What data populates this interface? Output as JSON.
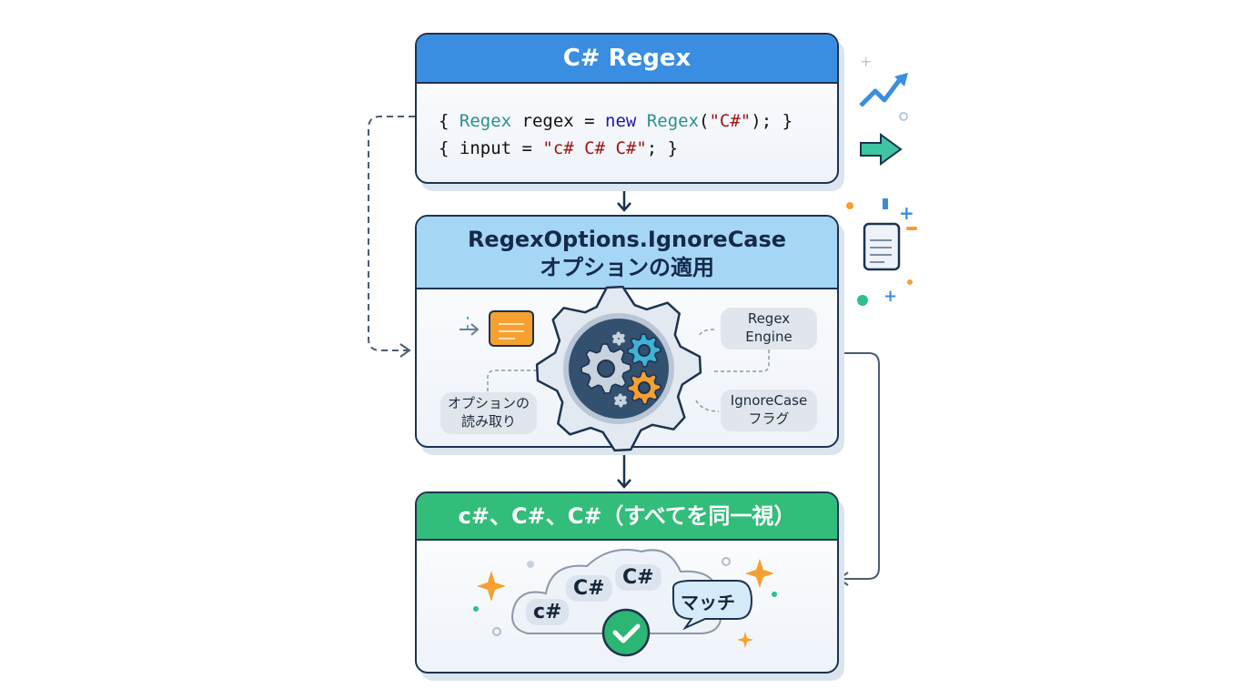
{
  "box1": {
    "title": "C# Regex",
    "code": [
      [
        {
          "t": "{ ",
          "c": ""
        },
        {
          "t": "Regex",
          "c": "t"
        },
        {
          "t": " regex = ",
          "c": ""
        },
        {
          "t": "new",
          "c": "k"
        },
        {
          "t": " ",
          "c": ""
        },
        {
          "t": "Regex",
          "c": "t"
        },
        {
          "t": "(",
          "c": ""
        },
        {
          "t": "\"C#\"",
          "c": "s"
        },
        {
          "t": "); }",
          "c": ""
        }
      ],
      [
        {
          "t": "{ input = ",
          "c": ""
        },
        {
          "t": "\"c# C# C#\"",
          "c": "s"
        },
        {
          "t": "; }",
          "c": ""
        }
      ]
    ]
  },
  "box2": {
    "title_line1": "RegexOptions.IgnoreCase",
    "title_line2": "オプションの適用",
    "read_options": {
      "line1": "オプションの",
      "line2": "読み取り"
    },
    "engine": {
      "line1": "Regex",
      "line2": "Engine"
    },
    "flag": {
      "line1": "IgnoreCase",
      "line2": "フラグ"
    }
  },
  "box3": {
    "title": "c#、C#、C#（すべてを同一視）",
    "tags": [
      "c#",
      "C#",
      "C#"
    ],
    "bubble": "マッチ"
  },
  "colors": {
    "blue": "#3a8ee2",
    "light_blue": "#a6d6f6",
    "green": "#33bd7b",
    "navy": "#1c3350",
    "orange": "#f5a030"
  }
}
